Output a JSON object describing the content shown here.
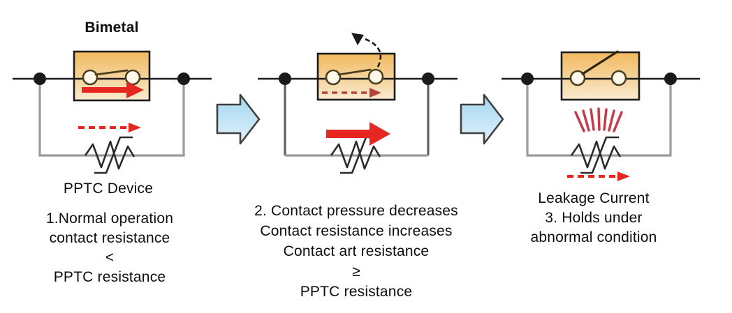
{
  "labels": {
    "bimetal": "Bimetal",
    "pptc_device": "PPTC Device",
    "leakage_current": "Leakage Current"
  },
  "steps": [
    {
      "lines": [
        "1.Normal operation",
        "contact resistance",
        "<",
        "PPTC resistance"
      ]
    },
    {
      "lines": [
        "2. Contact pressure decreases",
        "Contact resistance increases",
        "Contact art resistance",
        "≥",
        "PPTC resistance"
      ]
    },
    {
      "lines": [
        "3. Holds under",
        "abnormal condition"
      ]
    }
  ],
  "colors": {
    "wire": "#1a1a1a",
    "loop_wire": "#9b9b9b",
    "loop_wire_dark": "#606060",
    "box_border": "#1c1c1c",
    "box_fill_top": "#f1b95f",
    "box_fill_bottom": "#f9ead0",
    "contact_ring": "#4a3f1e",
    "red_arrow": "#e62621",
    "dark_red": "#b8423a",
    "heat": "#c43b4c",
    "blue_arrow_top": "#a3d6ef",
    "blue_arrow_bottom": "#dff1fb",
    "blue_arrow_border": "#3f3f3f"
  }
}
